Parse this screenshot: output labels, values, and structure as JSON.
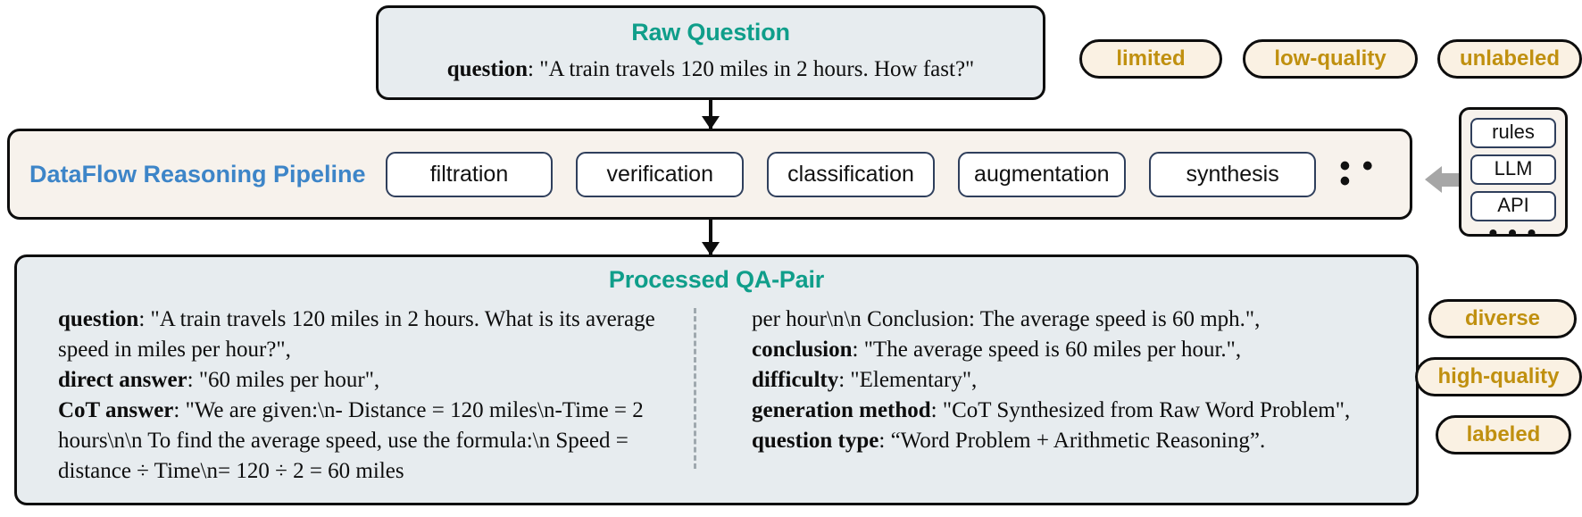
{
  "raw_question": {
    "title": "Raw Question",
    "key": "question",
    "value": ": \"A train travels 120 miles in 2 hours. How fast?\""
  },
  "top_tags": [
    {
      "label": "limited"
    },
    {
      "label": "low-quality"
    },
    {
      "label": "unlabeled"
    }
  ],
  "pipeline": {
    "title": "DataFlow Reasoning Pipeline",
    "stages": [
      {
        "label": "filtration"
      },
      {
        "label": "verification"
      },
      {
        "label": "classification"
      },
      {
        "label": "augmentation"
      },
      {
        "label": "synthesis"
      }
    ],
    "more": "• • •"
  },
  "resources": {
    "items": [
      {
        "label": "rules"
      },
      {
        "label": "LLM"
      },
      {
        "label": "API"
      }
    ],
    "more": "• • •"
  },
  "qa_pair": {
    "title": "Processed QA-Pair",
    "left": {
      "question_key": "question",
      "question_value": ": \"A train travels 120 miles in 2 hours. What is its average speed in miles per hour?\",",
      "direct_answer_key": "direct answer",
      "direct_answer_value": ": \"60 miles per hour\",",
      "cot_answer_key": "CoT answer",
      "cot_answer_value": ": \"We are given:\\n- Distance = 120 miles\\n-Time = 2 hours\\n\\n To find the average speed, use the formula:\\n Speed = distance ÷ Time\\n= 120 ÷ 2 = 60 miles"
    },
    "right": {
      "cot_answer_continued": "per hour\\n\\n Conclusion: The average speed is 60 mph.\",",
      "conclusion_key": "conclusion",
      "conclusion_value": ": \"The average speed is 60 miles per hour.\",",
      "difficulty_key": "difficulty",
      "difficulty_value": ": \"Elementary\",",
      "generation_method_key": "generation method",
      "generation_method_value": ": \"CoT Synthesized from Raw Word Problem\",",
      "question_type_key": "question type",
      "question_type_value": ": “Word Problem + Arithmetic Reasoning”."
    }
  },
  "bottom_tags": [
    {
      "label": "diverse"
    },
    {
      "label": "high-quality"
    },
    {
      "label": "labeled"
    }
  ],
  "colors": {
    "title_teal": "#0f9e8a",
    "pipeline_blue": "#3d85c8",
    "tag_gold": "#c0900f",
    "tag_fill": "#faf1e3",
    "box_gray": "#e7ecef",
    "box_cream": "#f7f2ec",
    "stage_border": "#2f3f5c",
    "arrow_gray": "#a6a6a6"
  }
}
